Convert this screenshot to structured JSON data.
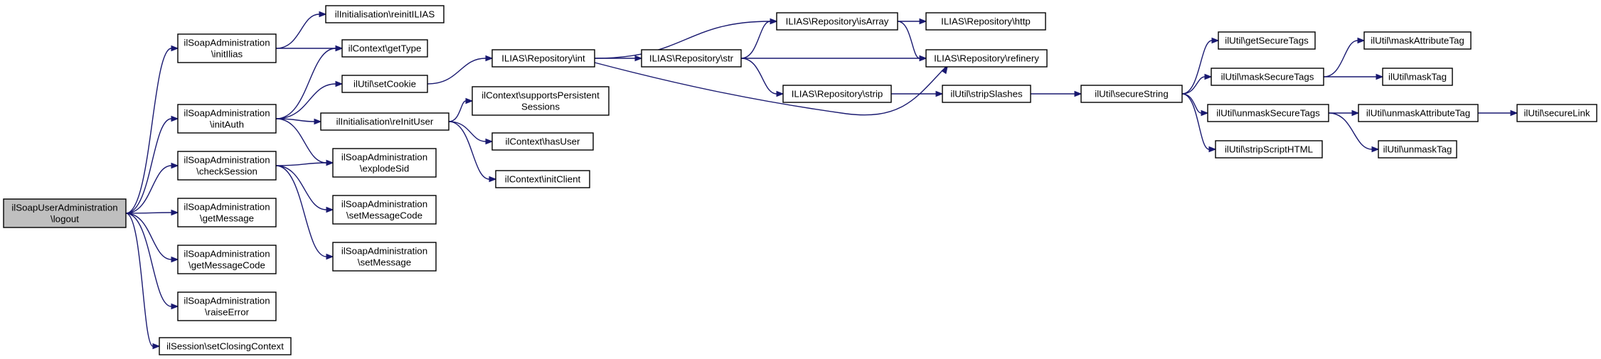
{
  "graph": {
    "nodes": [
      {
        "id": "n_logout",
        "lines": [
          "ilSoapUserAdministration",
          "\\logout"
        ],
        "root": true
      },
      {
        "id": "n_initIlias",
        "lines": [
          "ilSoapAdministration",
          "\\initIlias"
        ]
      },
      {
        "id": "n_initAuth",
        "lines": [
          "ilSoapAdministration",
          "\\initAuth"
        ]
      },
      {
        "id": "n_checkSession",
        "lines": [
          "ilSoapAdministration",
          "\\checkSession"
        ]
      },
      {
        "id": "n_getMessage",
        "lines": [
          "ilSoapAdministration",
          "\\getMessage"
        ]
      },
      {
        "id": "n_getMessageCode",
        "lines": [
          "ilSoapAdministration",
          "\\getMessageCode"
        ]
      },
      {
        "id": "n_raiseError",
        "lines": [
          "ilSoapAdministration",
          "\\raiseError"
        ]
      },
      {
        "id": "n_setClosingContext",
        "lines": [
          "ilSession\\setClosingContext"
        ]
      },
      {
        "id": "n_reinitILIAS",
        "lines": [
          "ilInitialisation\\reinitILIAS"
        ]
      },
      {
        "id": "n_getType",
        "lines": [
          "ilContext\\getType"
        ]
      },
      {
        "id": "n_setCookie",
        "lines": [
          "ilUtil\\setCookie"
        ]
      },
      {
        "id": "n_reInitUser",
        "lines": [
          "ilInitialisation\\reInitUser"
        ]
      },
      {
        "id": "n_explodeSid",
        "lines": [
          "ilSoapAdministration",
          "\\explodeSid"
        ]
      },
      {
        "id": "n_setMessageCode",
        "lines": [
          "ilSoapAdministration",
          "\\setMessageCode"
        ]
      },
      {
        "id": "n_setMessage",
        "lines": [
          "ilSoapAdministration",
          "\\setMessage"
        ]
      },
      {
        "id": "n_int",
        "lines": [
          "ILIAS\\Repository\\int"
        ]
      },
      {
        "id": "n_supportsPS",
        "lines": [
          "ilContext\\supportsPersistent",
          "Sessions"
        ]
      },
      {
        "id": "n_hasUser",
        "lines": [
          "ilContext\\hasUser"
        ]
      },
      {
        "id": "n_initClient",
        "lines": [
          "ilContext\\initClient"
        ]
      },
      {
        "id": "n_str",
        "lines": [
          "ILIAS\\Repository\\str"
        ]
      },
      {
        "id": "n_isArray",
        "lines": [
          "ILIAS\\Repository\\isArray"
        ]
      },
      {
        "id": "n_strip",
        "lines": [
          "ILIAS\\Repository\\strip"
        ]
      },
      {
        "id": "n_http",
        "lines": [
          "ILIAS\\Repository\\http"
        ]
      },
      {
        "id": "n_refinery",
        "lines": [
          "ILIAS\\Repository\\refinery"
        ]
      },
      {
        "id": "n_stripSlashes",
        "lines": [
          "ilUtil\\stripSlashes"
        ]
      },
      {
        "id": "n_secureString",
        "lines": [
          "ilUtil\\secureString"
        ]
      },
      {
        "id": "n_getSecureTags",
        "lines": [
          "ilUtil\\getSecureTags"
        ]
      },
      {
        "id": "n_maskSecureTags",
        "lines": [
          "ilUtil\\maskSecureTags"
        ]
      },
      {
        "id": "n_unmaskSecureTags",
        "lines": [
          "ilUtil\\unmaskSecureTags"
        ]
      },
      {
        "id": "n_stripScriptHTML",
        "lines": [
          "ilUtil\\stripScriptHTML"
        ]
      },
      {
        "id": "n_maskAttributeTag",
        "lines": [
          "ilUtil\\maskAttributeTag"
        ]
      },
      {
        "id": "n_maskTag",
        "lines": [
          "ilUtil\\maskTag"
        ]
      },
      {
        "id": "n_unmaskAttributeTag",
        "lines": [
          "ilUtil\\unmaskAttributeTag"
        ]
      },
      {
        "id": "n_unmaskTag",
        "lines": [
          "ilUtil\\unmaskTag"
        ]
      },
      {
        "id": "n_secureLink",
        "lines": [
          "ilUtil\\secureLink"
        ]
      }
    ],
    "edges": [
      {
        "from": "n_logout",
        "to": "n_initIlias"
      },
      {
        "from": "n_logout",
        "to": "n_initAuth"
      },
      {
        "from": "n_logout",
        "to": "n_checkSession"
      },
      {
        "from": "n_logout",
        "to": "n_getMessage"
      },
      {
        "from": "n_logout",
        "to": "n_getMessageCode"
      },
      {
        "from": "n_logout",
        "to": "n_raiseError"
      },
      {
        "from": "n_logout",
        "to": "n_setClosingContext"
      },
      {
        "from": "n_initIlias",
        "to": "n_reinitILIAS"
      },
      {
        "from": "n_initIlias",
        "to": "n_getType"
      },
      {
        "from": "n_initAuth",
        "to": "n_getType"
      },
      {
        "from": "n_initAuth",
        "to": "n_setCookie"
      },
      {
        "from": "n_initAuth",
        "to": "n_reInitUser"
      },
      {
        "from": "n_initAuth",
        "to": "n_explodeSid"
      },
      {
        "from": "n_checkSession",
        "to": "n_explodeSid"
      },
      {
        "from": "n_checkSession",
        "to": "n_setMessageCode"
      },
      {
        "from": "n_checkSession",
        "to": "n_setMessage"
      },
      {
        "from": "n_setCookie",
        "to": "n_int"
      },
      {
        "from": "n_reInitUser",
        "to": "n_supportsPS"
      },
      {
        "from": "n_reInitUser",
        "to": "n_hasUser"
      },
      {
        "from": "n_reInitUser",
        "to": "n_initClient"
      },
      {
        "from": "n_int",
        "to": "n_str"
      },
      {
        "from": "n_int",
        "to": "n_isArray"
      },
      {
        "from": "n_int",
        "to": "n_refinery"
      },
      {
        "from": "n_str",
        "to": "n_isArray"
      },
      {
        "from": "n_str",
        "to": "n_strip"
      },
      {
        "from": "n_str",
        "to": "n_refinery"
      },
      {
        "from": "n_isArray",
        "to": "n_http"
      },
      {
        "from": "n_isArray",
        "to": "n_refinery"
      },
      {
        "from": "n_strip",
        "to": "n_stripSlashes"
      },
      {
        "from": "n_stripSlashes",
        "to": "n_secureString"
      },
      {
        "from": "n_secureString",
        "to": "n_getSecureTags"
      },
      {
        "from": "n_secureString",
        "to": "n_maskSecureTags"
      },
      {
        "from": "n_secureString",
        "to": "n_unmaskSecureTags"
      },
      {
        "from": "n_secureString",
        "to": "n_stripScriptHTML"
      },
      {
        "from": "n_maskSecureTags",
        "to": "n_maskAttributeTag"
      },
      {
        "from": "n_maskSecureTags",
        "to": "n_maskTag"
      },
      {
        "from": "n_unmaskSecureTags",
        "to": "n_unmaskAttributeTag"
      },
      {
        "from": "n_unmaskSecureTags",
        "to": "n_unmaskTag"
      },
      {
        "from": "n_unmaskAttributeTag",
        "to": "n_secureLink"
      }
    ]
  }
}
